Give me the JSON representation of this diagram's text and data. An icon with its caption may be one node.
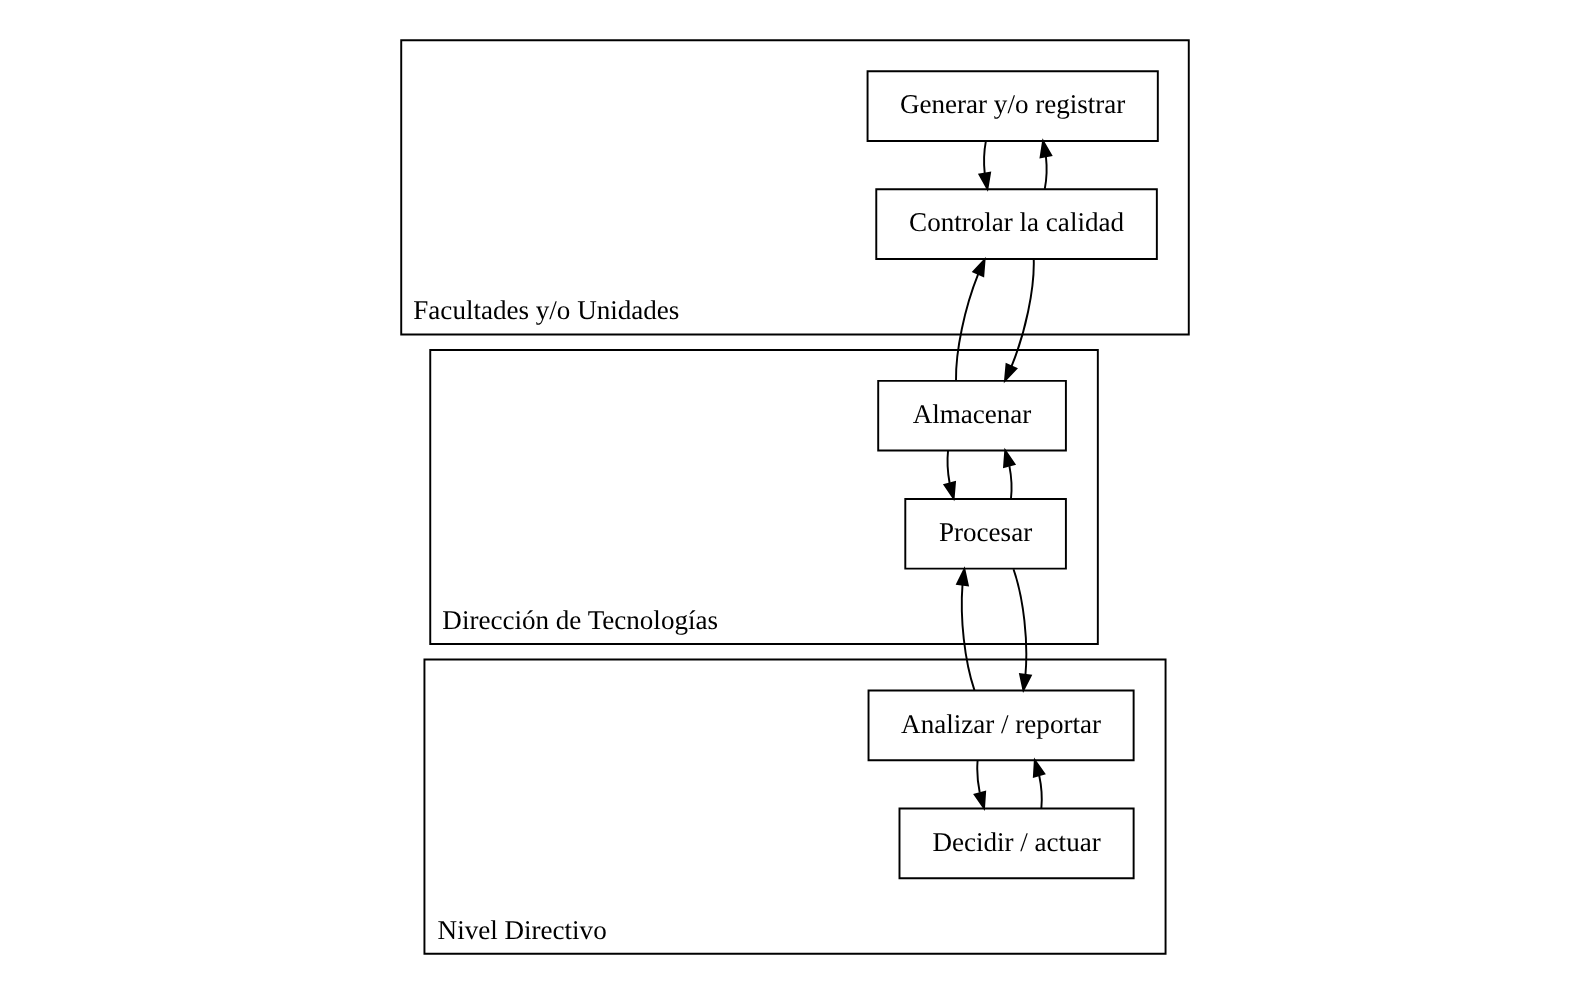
{
  "diagram": {
    "nodes": [
      {
        "text": [
          "Facultades y/o Unidades"
        ]
      },
      {
        "text": [
          "Generar y/o registrar"
        ],
        "in": 0
      },
      {
        "text": [
          "Controlar la calidad"
        ],
        "in": 0
      },
      {
        "text": [
          "Dirección de Tecnologías"
        ]
      },
      {
        "text": [
          "Almacenar"
        ],
        "in": 3
      },
      {
        "text": [
          "Procesar"
        ],
        "in": 3
      },
      {
        "text": [
          "Nivel Directivo"
        ]
      },
      {
        "text": [
          "Analizar / reportar"
        ],
        "in": 6
      },
      {
        "text": [
          "Decidir / actuar"
        ],
        "in": 6
      }
    ],
    "edges": [
      {
        "from": 1,
        "to": 2,
        "arrow": "to"
      },
      {
        "from": 2,
        "to": 4,
        "arrow": "to"
      },
      {
        "from": 4,
        "to": 5,
        "arrow": "to"
      },
      {
        "from": 5,
        "to": 7,
        "arrow": "to"
      },
      {
        "from": 7,
        "to": 8,
        "arrow": "to"
      },
      {
        "from": 8,
        "to": 7,
        "arrow": "to"
      },
      {
        "from": 7,
        "to": 5,
        "arrow": "to"
      },
      {
        "from": 5,
        "to": 4,
        "arrow": "to"
      },
      {
        "from": 4,
        "to": 2,
        "arrow": "to"
      },
      {
        "from": 2,
        "to": 1,
        "arrow": "to"
      }
    ]
  }
}
